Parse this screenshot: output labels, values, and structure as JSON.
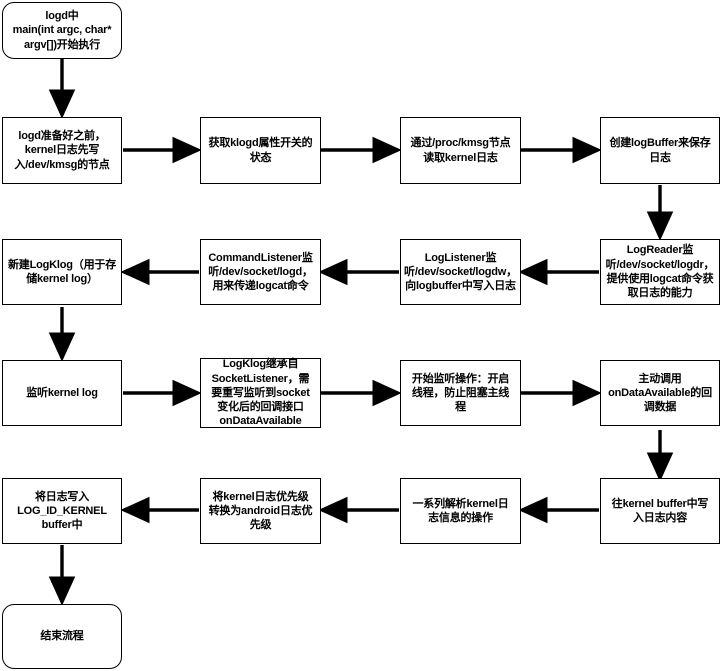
{
  "diagram": {
    "title": "logd kernel log flow",
    "stroke_color": "#000000",
    "fill_color": "#ffffff",
    "nodes": [
      {
        "id": "start",
        "shape": "rounded",
        "label": "logd中\nmain(int argc, char*\nargv[])开始执行"
      },
      {
        "id": "kmsg",
        "shape": "rectangle",
        "label": "logd准备好之前，\nkernel日志先写\n入/dev/kmsg的节点"
      },
      {
        "id": "klogd_prop",
        "shape": "rectangle",
        "label": "获取klogd属性开关的\n状态"
      },
      {
        "id": "read_kmsg",
        "shape": "rectangle",
        "label": "通过/proc/kmsg节点\n读取kernel日志"
      },
      {
        "id": "logbuffer",
        "shape": "rectangle",
        "label": "创建logBuffer来保存\n日志"
      },
      {
        "id": "logreader",
        "shape": "rectangle",
        "label": "LogReader监\n听/dev/socket/logdr，\n提供使用logcat命令获\n取日志的能力"
      },
      {
        "id": "loglistener",
        "shape": "rectangle",
        "label": "LogListener监\n听/dev/socket/logdw，\n向logbuffer中写入日志"
      },
      {
        "id": "cmdlistener",
        "shape": "rectangle",
        "label": "CommandListener监\n听/dev/socket/logd，\n用来传递logcat命令"
      },
      {
        "id": "new_logklog",
        "shape": "rectangle",
        "label": "新建LogKlog（用于存\n储kernel log）"
      },
      {
        "id": "listen_kernel",
        "shape": "rectangle",
        "label": "监听kernel log"
      },
      {
        "id": "klog_inherit",
        "shape": "rectangle",
        "label": "LogKlog继承自\nSocketListener，需\n要重写监听到socket\n变化后的回调接口\nonDataAvailable"
      },
      {
        "id": "start_listen",
        "shape": "rectangle",
        "label": "开始监听操作：开启\n线程，防止阻塞主线\n程"
      },
      {
        "id": "call_ondata",
        "shape": "rectangle",
        "label": "主动调用\nonDataAvailable的回\n调数据"
      },
      {
        "id": "write_kbuf",
        "shape": "rectangle",
        "label": "往kernel buffer中写\n入日志内容"
      },
      {
        "id": "parse_ops",
        "shape": "rectangle",
        "label": "一系列解析kernel日\n志信息的操作"
      },
      {
        "id": "prio_convert",
        "shape": "rectangle",
        "label": "将kernel日志优先级\n转换为android日志优\n先级"
      },
      {
        "id": "write_logid",
        "shape": "rectangle",
        "label": "将日志写入\nLOG_ID_KERNEL\nbuffer中"
      },
      {
        "id": "end",
        "shape": "rounded",
        "label": "结束流程"
      }
    ],
    "edges": [
      {
        "from": "start",
        "to": "kmsg",
        "direction": "down"
      },
      {
        "from": "kmsg",
        "to": "klogd_prop",
        "direction": "right"
      },
      {
        "from": "klogd_prop",
        "to": "read_kmsg",
        "direction": "right"
      },
      {
        "from": "read_kmsg",
        "to": "logbuffer",
        "direction": "right"
      },
      {
        "from": "logbuffer",
        "to": "logreader",
        "direction": "down"
      },
      {
        "from": "logreader",
        "to": "loglistener",
        "direction": "left"
      },
      {
        "from": "loglistener",
        "to": "cmdlistener",
        "direction": "left"
      },
      {
        "from": "cmdlistener",
        "to": "new_logklog",
        "direction": "left"
      },
      {
        "from": "new_logklog",
        "to": "listen_kernel",
        "direction": "down"
      },
      {
        "from": "listen_kernel",
        "to": "klog_inherit",
        "direction": "right"
      },
      {
        "from": "klog_inherit",
        "to": "start_listen",
        "direction": "right"
      },
      {
        "from": "start_listen",
        "to": "call_ondata",
        "direction": "right"
      },
      {
        "from": "call_ondata",
        "to": "write_kbuf",
        "direction": "down"
      },
      {
        "from": "write_kbuf",
        "to": "parse_ops",
        "direction": "left"
      },
      {
        "from": "parse_ops",
        "to": "prio_convert",
        "direction": "left"
      },
      {
        "from": "prio_convert",
        "to": "write_logid",
        "direction": "left"
      },
      {
        "from": "write_logid",
        "to": "end",
        "direction": "down"
      }
    ]
  }
}
